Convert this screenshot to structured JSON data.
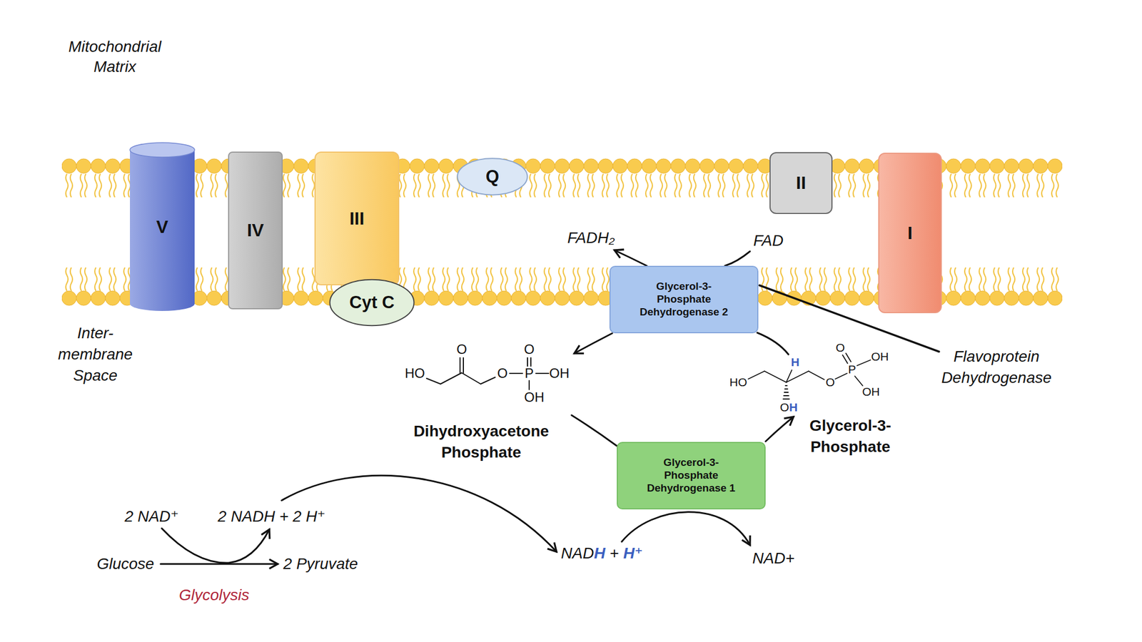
{
  "diagram": {
    "nodes": [
      {
        "text": [
          "V"
        ]
      },
      {
        "text": [
          "IV"
        ]
      },
      {
        "text": [
          "III"
        ]
      },
      {
        "text": [
          "Cyt C"
        ]
      },
      {
        "text": [
          "Q"
        ]
      },
      {
        "text": [
          "II"
        ]
      },
      {
        "text": [
          "I"
        ]
      },
      {
        "text": [
          "Glycerol-3-Phosphate Dehydrogenase 2"
        ]
      },
      {
        "text": [
          "Glycerol-3-Phosphate Dehydrogenase 1"
        ]
      }
    ],
    "labels": [
      "Mitochondrial Matrix",
      "Inter-membrane Space",
      "FADH₂",
      "FAD",
      "Flavoprotein Dehydrogenase",
      "HO",
      "O",
      "O",
      "P",
      "O",
      "OH",
      "OH",
      "Dihydroxyacetone Phosphate",
      "HO",
      "H",
      "O",
      "H",
      "O",
      "P",
      "O",
      "OH",
      "OH",
      "Glycerol-3-Phosphate",
      "2 NAD⁺",
      "2 NADH + 2 H⁺",
      "Glucose",
      "2 Pyruvate",
      "Glycolysis",
      "NAD",
      "H",
      "+",
      "H⁺",
      "NAD+"
    ]
  }
}
